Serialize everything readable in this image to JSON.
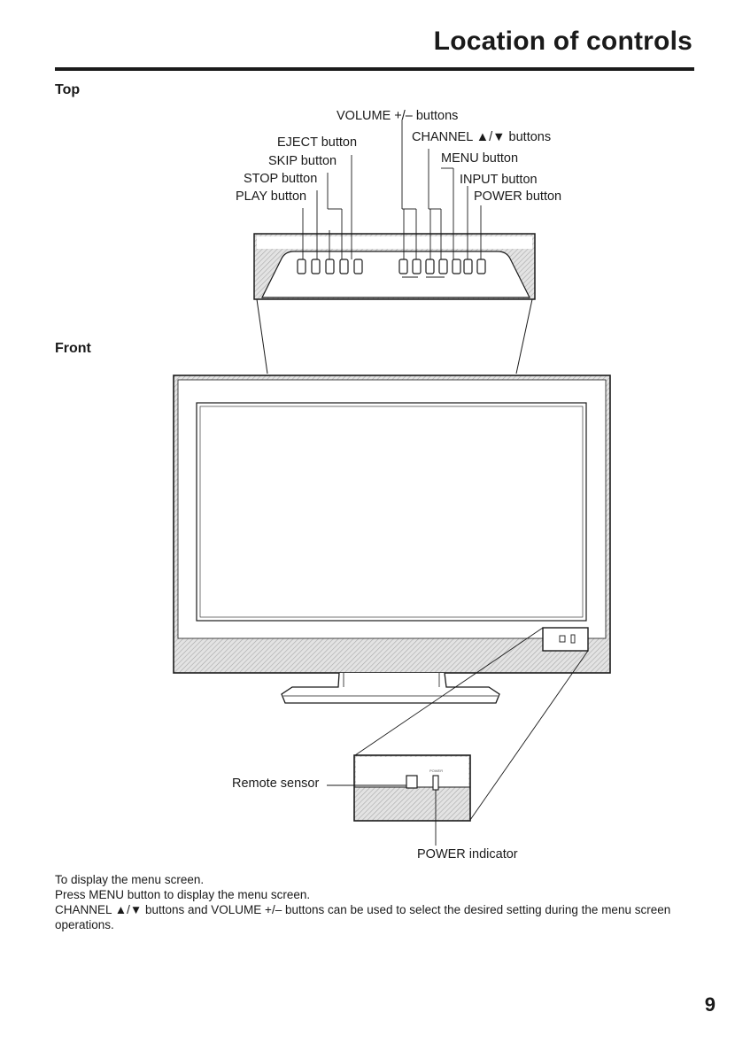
{
  "page": {
    "title": "Location of controls",
    "number": "9"
  },
  "sections": {
    "top": "Top",
    "front": "Front"
  },
  "callouts": {
    "volume": "VOLUME +/– buttons",
    "eject": "EJECT button",
    "channel": "CHANNEL ▲/▼ buttons",
    "skip": "SKIP button",
    "menu": "MENU button",
    "stop": "STOP button",
    "input": "INPUT button",
    "play": "PLAY button",
    "power": "POWER button",
    "remote_sensor": "Remote sensor",
    "power_indicator": "POWER indicator"
  },
  "notes": [
    "To display the menu screen.",
    "Press MENU button to display the menu screen.",
    "CHANNEL ▲/▼ buttons and VOLUME +/– buttons can be used to select the desired setting during the menu screen operations."
  ],
  "colors": {
    "ink": "#1a1a1a",
    "panel": "#ffffff",
    "hatch": "#bdbdbd"
  }
}
